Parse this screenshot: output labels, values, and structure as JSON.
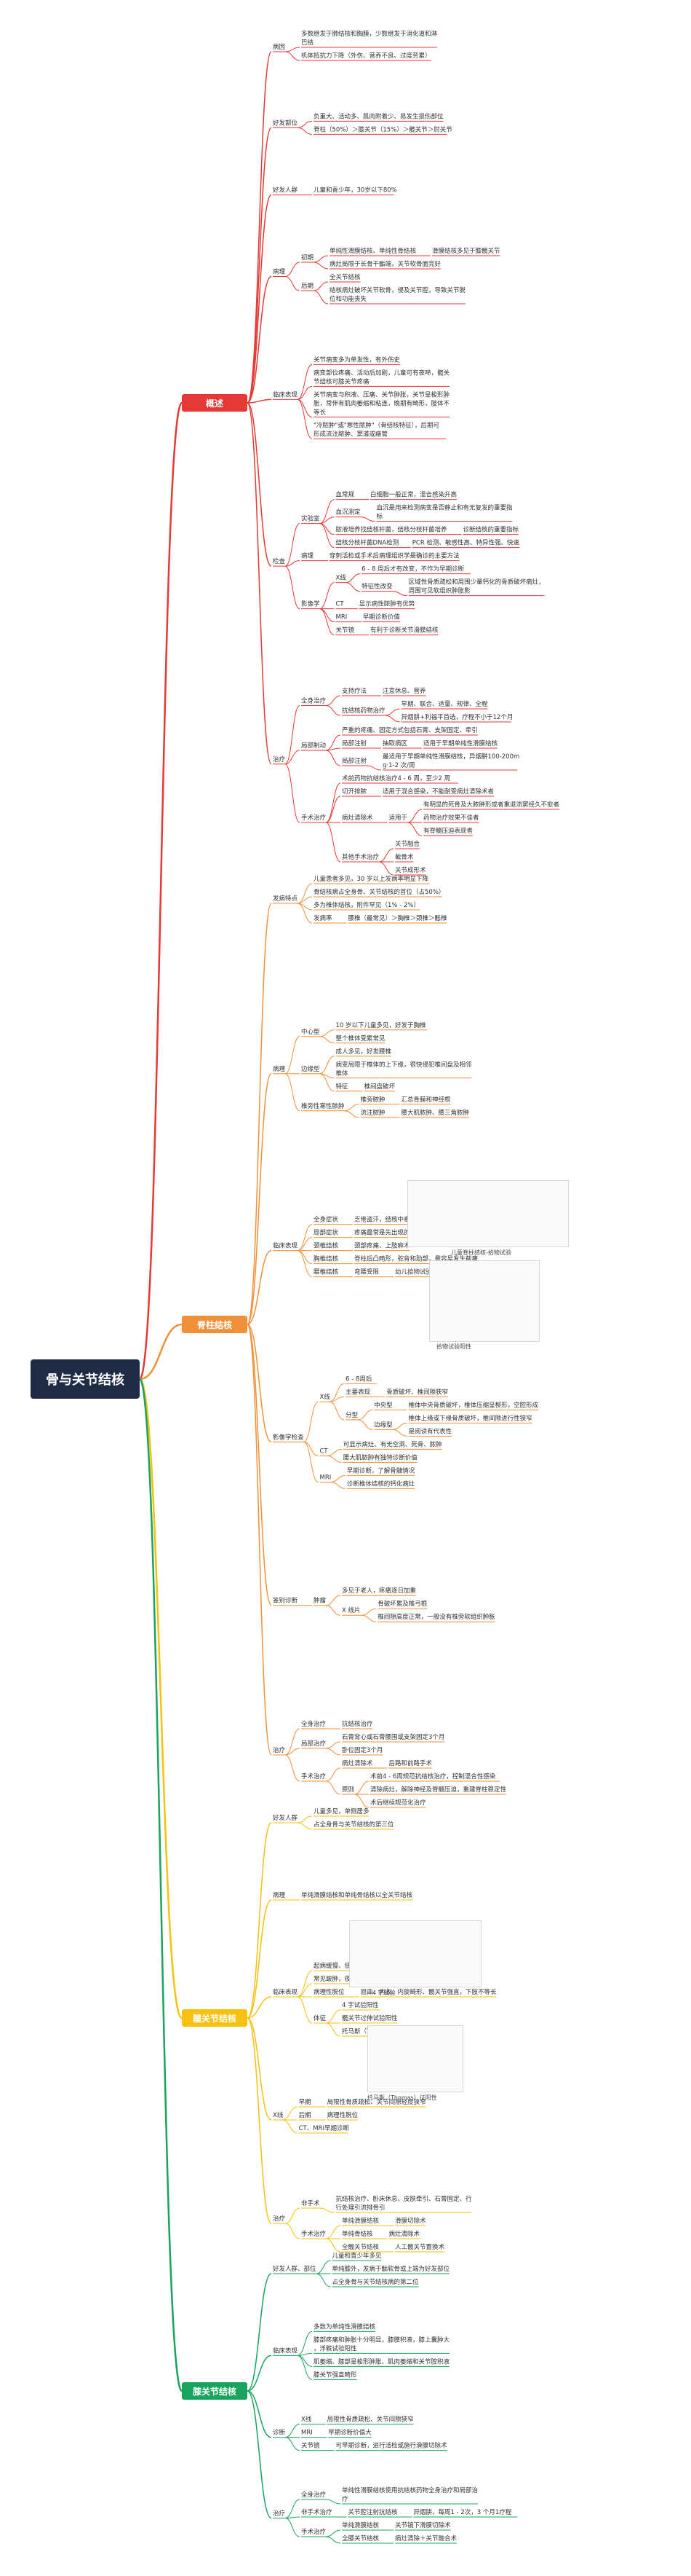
{
  "title": "骨与关节结核",
  "colors": {
    "root": "#1f2a44",
    "overview": "#e53935",
    "spine": "#f0913a",
    "hip": "#f6c10f",
    "knee": "#18a45c",
    "text": "#333333"
  },
  "branches": [
    {
      "label": "概述",
      "color": "#e53935",
      "children": [
        {
          "label": "病因",
          "children": [
            {
              "label": "多数继发于肺结核和胸膜，少数继发于消化道和淋巴结"
            },
            {
              "label": "机体抵抗力下降（外伤、营养不良、过度劳累）"
            }
          ]
        },
        {
          "label": "好发部位",
          "children": [
            {
              "label": "负重大、活动多、肌肉附着少、易发生损伤部位"
            },
            {
              "label": "脊柱（50%）＞膝关节（15%）＞髋关节＞肘关节"
            }
          ]
        },
        {
          "label": "好发人群",
          "children": [
            {
              "label": "儿童和青少年，30岁以下80%"
            }
          ]
        },
        {
          "label": "病理",
          "children": [
            {
              "label": "初期",
              "children": [
                {
                  "label": "单纯性滑膜结核、单纯性骨结核",
                  "children": [
                    {
                      "label": "滑膜结核多见于膝髋关节"
                    }
                  ]
                },
                {
                  "label": "病灶局限于长骨干骺端，关节软骨面完好"
                }
              ]
            },
            {
              "label": "后期",
              "children": [
                {
                  "label": "全关节结核"
                },
                {
                  "label": "结核病灶破坏关节软骨，侵及关节腔，导致关节脱位和功能丧失"
                }
              ]
            }
          ]
        },
        {
          "label": "临床表现",
          "children": [
            {
              "label": "关节病变多为单发性，有外伤史"
            },
            {
              "label": "病变部位疼痛、活动后加剧，儿童可有夜啼，髋关节结核可膝关节疼痛"
            },
            {
              "label": "关节病变与积液、压痛、关节肿胀，关节呈梭形肿胀，常伴有肌肉萎缩和粘连，晚期有畸形，肢体不等长"
            },
            {
              "label": "\"冷脓肿\"或\"寒性脓肿\"（骨结核特征），后期可形成流注脓肿、窦道或瘘管"
            }
          ]
        },
        {
          "label": "检查",
          "children": [
            {
              "label": "实验室",
              "children": [
                {
                  "label": "血常规",
                  "children": [
                    {
                      "label": "白细胞一般正常，混合感染升高"
                    }
                  ]
                },
                {
                  "label": "血沉测定",
                  "children": [
                    {
                      "label": "血沉是用来检测病变是否静止和有无复发的重要指标"
                    }
                  ]
                },
                {
                  "label": "脓液培养找结核杆菌，结核分枝杆菌培养",
                  "children": [
                    {
                      "label": "诊断结核的重要指标"
                    }
                  ]
                },
                {
                  "label": "结核分枝杆菌DNA检测",
                  "children": [
                    {
                      "label": "PCR 检测、敏感性高、特异性强、快速"
                    }
                  ]
                }
              ]
            },
            {
              "label": "病理",
              "children": [
                {
                  "label": "穿刺活检或手术后病理组织学是确诊的主要方法"
                }
              ]
            },
            {
              "label": "影像学",
              "children": [
                {
                  "label": "X线",
                  "children": [
                    {
                      "label": "6 - 8 周后才有改变，不作为早期诊断"
                    },
                    {
                      "label": "特征性改变",
                      "children": [
                        {
                          "label": "区域性骨质疏松和周围少量钙化的骨质破坏病灶，周围可见软组织肿胀影"
                        }
                      ]
                    }
                  ]
                },
                {
                  "label": "CT",
                  "children": [
                    {
                      "label": "显示病性脓肿有优势"
                    }
                  ]
                },
                {
                  "label": "MRI",
                  "children": [
                    {
                      "label": "早期诊断价值"
                    }
                  ]
                },
                {
                  "label": "关节镜",
                  "children": [
                    {
                      "label": "有利于诊断关节滑膜结核"
                    }
                  ]
                }
              ]
            }
          ]
        },
        {
          "label": "治疗",
          "children": [
            {
              "label": "全身治疗",
              "children": [
                {
                  "label": "支持疗法",
                  "children": [
                    {
                      "label": "注意休息、营养"
                    }
                  ]
                },
                {
                  "label": "抗结核药物治疗",
                  "children": [
                    {
                      "label": "早期、联合、适量、规律、全程"
                    },
                    {
                      "label": "异烟肼+利福平首选，疗程不小于12个月"
                    }
                  ]
                }
              ]
            },
            {
              "label": "局部制动",
              "children": [
                {
                  "label": "严重的疼痛、固定方式包括石膏、支架固定、牵引"
                },
                {
                  "label": "局部注射",
                  "children": [
                    {
                      "label": "抽取病区",
                      "children": [
                        {
                          "label": "适用于早期单纯性滑膜结核"
                        }
                      ]
                    }
                  ]
                },
                {
                  "label": "局部注射",
                  "children": [
                    {
                      "label": "最适用于早期单纯性滑膜结核，异烟肼100-200mg·1-2 次/周"
                    }
                  ]
                }
              ]
            },
            {
              "label": "手术治疗",
              "children": [
                {
                  "label": "术前药物抗结核治疗4 - 6 周，至少2 周"
                },
                {
                  "label": "切开排脓",
                  "children": [
                    {
                      "label": "适用于混合感染，不能耐受病灶清除术者"
                    }
                  ]
                },
                {
                  "label": "病灶清除术",
                  "children": [
                    {
                      "label": "适用于",
                      "children": [
                        {
                          "label": "有明显的死骨及大脓肿形成者重退流窦经久不愈者"
                        },
                        {
                          "label": "药物治疗效果不佳者"
                        },
                        {
                          "label": "有脊髓压迫表现者"
                        }
                      ]
                    }
                  ]
                },
                {
                  "label": "其他手术治疗",
                  "children": [
                    {
                      "label": "关节融合"
                    },
                    {
                      "label": "截骨术"
                    },
                    {
                      "label": "关节成形术"
                    }
                  ]
                }
              ]
            }
          ]
        }
      ]
    },
    {
      "label": "脊柱结核",
      "color": "#f0913a",
      "children": [
        {
          "label": "发病特点",
          "children": [
            {
              "label": "儿童患者多见，30 岁以上发病率明显下降"
            },
            {
              "label": "骨结核病占全身骨、关节结核的首位（占50%）"
            },
            {
              "label": "多为椎体结核，附件罕见（1% - 2%）"
            },
            {
              "label": "发病率",
              "children": [
                {
                  "label": "腰椎（最常见）＞胸椎＞颈椎＞骶椎"
                }
              ]
            }
          ]
        },
        {
          "label": "病理",
          "children": [
            {
              "label": "中心型",
              "children": [
                {
                  "label": "10 岁以下儿童多见，好发于胸椎"
                },
                {
                  "label": "整个椎体受累常见"
                }
              ]
            },
            {
              "label": "边缘型",
              "children": [
                {
                  "label": "成人多见，好发腰椎"
                },
                {
                  "label": "病变局限于椎体的上下缘，很快侵犯椎间盘及相邻椎体"
                },
                {
                  "label": "特征",
                  "children": [
                    {
                      "label": "椎间盘破坏"
                    }
                  ]
                }
              ]
            },
            {
              "label": "椎旁性寒性脓肿",
              "children": [
                {
                  "label": "椎旁脓肿",
                  "children": [
                    {
                      "label": "汇总骨膜和神经根"
                    }
                  ]
                },
                {
                  "label": "流注脓肿",
                  "children": [
                    {
                      "label": "腰大肌脓肿、腰三角脓肿"
                    }
                  ]
                }
              ]
            }
          ]
        },
        {
          "label": "临床表现",
          "children": [
            {
              "label": "全身症状",
              "children": [
                {
                  "label": "乏倦盗汗，结核中毒症状"
                }
              ]
            },
            {
              "label": "局部症状",
              "children": [
                {
                  "label": "疼痛最常是先出现的症状",
                  "children": [
                    {
                      "label": "痛点部位于病变处于那区的脊体或突使"
                    }
                  ]
                }
              ]
            },
            {
              "label": "颈椎结核",
              "children": [
                {
                  "label": "颈部疼痛、上肢麻木"
                }
              ]
            },
            {
              "label": "胸椎结核",
              "children": [
                {
                  "label": "脊柱后凸畸形，驼背和肋部，最容易发生截瘫"
                }
              ]
            },
            {
              "label": "腰椎结核",
              "children": [
                {
                  "label": "弯腰受限",
                  "children": [
                    {
                      "label": "幼儿拾物试验阳性/幼儿腰椎结核-拾物试验阳性"
                    }
                  ]
                }
              ]
            }
          ]
        },
        {
          "label": "影像学检查",
          "children": [
            {
              "label": "X线",
              "children": [
                {
                  "label": "6 - 8周后"
                },
                {
                  "label": "主要表现",
                  "children": [
                    {
                      "label": "骨质破坏、椎间隙狭窄"
                    }
                  ]
                },
                {
                  "label": "分型",
                  "children": [
                    {
                      "label": "中央型",
                      "children": [
                        {
                          "label": "椎体中央骨质破坏，椎体压缩呈楔形，空腔形成"
                        }
                      ]
                    },
                    {
                      "label": "边缘型",
                      "children": [
                        {
                          "label": "椎体上缘或下缘骨质破坏，椎间隙进行性狭窄"
                        },
                        {
                          "label": "是阅读有代表性"
                        }
                      ]
                    }
                  ]
                }
              ]
            },
            {
              "label": "CT",
              "children": [
                {
                  "label": "可显示病灶、有无空洞、死骨、脓肿"
                },
                {
                  "label": "腰大肌脓肿有独特诊断价值"
                }
              ]
            },
            {
              "label": "MRI",
              "children": [
                {
                  "label": "早期诊断，了解骨髓情况"
                },
                {
                  "label": "诊断椎体结核的钙化病灶"
                }
              ]
            }
          ]
        },
        {
          "label": "鉴别诊断",
          "children": [
            {
              "label": "肿瘤",
              "children": [
                {
                  "label": "多见于老人，疼痛逐日加重"
                },
                {
                  "label": "X 线片",
                  "children": [
                    {
                      "label": "骨破坏累及椎弓根"
                    },
                    {
                      "label": "椎间隙高度正常，一般没有椎旁软组织肿胀"
                    }
                  ]
                }
              ]
            }
          ]
        },
        {
          "label": "治疗",
          "children": [
            {
              "label": "全身治疗",
              "children": [
                {
                  "label": "抗结核治疗"
                }
              ]
            },
            {
              "label": "局部治疗",
              "children": [
                {
                  "label": "石膏背心或石膏腰围或支架固定3个月"
                },
                {
                  "label": "卧位固定3个月"
                }
              ]
            },
            {
              "label": "手术治疗",
              "children": [
                {
                  "label": "病灶清除术",
                  "children": [
                    {
                      "label": "后路和前路手术"
                    }
                  ]
                },
                {
                  "label": "原则",
                  "children": [
                    {
                      "label": "术前4 - 6周规范抗结核治疗，控制混合性感染"
                    },
                    {
                      "label": "清除病灶，解除神经及脊髓压迫，重建脊柱稳定性"
                    },
                    {
                      "label": "术后继续规范化治疗"
                    }
                  ]
                }
              ]
            }
          ]
        }
      ]
    },
    {
      "label": "髋关节结核",
      "color": "#f6c10f",
      "children": [
        {
          "label": "好发人群",
          "children": [
            {
              "label": "儿童多见，单侧居多"
            },
            {
              "label": "占全身骨与关节结核的第三位"
            }
          ]
        },
        {
          "label": "病理",
          "children": [
            {
              "label": "单纯滑膜结核和单纯骨结核以全关节结核"
            }
          ]
        },
        {
          "label": "临床表现",
          "children": [
            {
              "label": "起病缓慢、低热、乏力、易疲劳"
            },
            {
              "label": "常见跛肿，夜啼",
              "children": [
                {
                  "label": "髋部与内收疼痛逐渐出现髋部肿胀"
                }
              ]
            },
            {
              "label": "病理性脱位",
              "children": [
                {
                  "label": "屈曲、内收、内旋畸形、髋关节强直，下肢不等长"
                }
              ]
            },
            {
              "label": "体征",
              "children": [
                {
                  "label": "4 字试验阳性"
                },
                {
                  "label": "髋关节过伸试验阳性"
                },
                {
                  "label": "托马斯（Thomas）征阳性"
                }
              ]
            }
          ]
        },
        {
          "label": "X线",
          "children": [
            {
              "label": "早期",
              "children": [
                {
                  "label": "局限性骨质疏松、关节间隙轻度狭窄"
                }
              ]
            },
            {
              "label": "后期",
              "children": [
                {
                  "label": "病理性脱位"
                }
              ]
            },
            {
              "label": "CT、MRI早期诊断"
            }
          ]
        },
        {
          "label": "治疗",
          "children": [
            {
              "label": "非手术",
              "children": [
                {
                  "label": "抗结核治疗、卧床休息、皮肤牵引、石膏固定、行行处理引流排骨引"
                }
              ]
            },
            {
              "label": "手术治疗",
              "children": [
                {
                  "label": "单纯滑膜结核",
                  "children": [
                    {
                      "label": "滑膜切除术"
                    }
                  ]
                },
                {
                  "label": "单纯骨结核",
                  "children": [
                    {
                      "label": "病灶清除术"
                    }
                  ]
                },
                {
                  "label": "全髋关节结核",
                  "children": [
                    {
                      "label": "人工髋关节置换术"
                    }
                  ]
                }
              ]
            }
          ]
        }
      ]
    },
    {
      "label": "膝关节结核",
      "color": "#18a45c",
      "children": [
        {
          "label": "好发人群、部位",
          "children": [
            {
              "label": "儿童和青少年多见"
            },
            {
              "label": "单纯膝外，发病于骺软骨或上端为好发部位"
            },
            {
              "label": "占全身骨与关节结核病的第二位"
            }
          ]
        },
        {
          "label": "临床表现",
          "children": [
            {
              "label": "多数为单纯性滑膜结核"
            },
            {
              "label": "膝部疼痛和肿胀十分明显，膝膜积液，膝上囊肿大，浮髌试验阳性"
            },
            {
              "label": "肌萎缩、膝部呈梭形肿胀、肌肉萎缩和关节腔积液"
            },
            {
              "label": "膝关节强直畸形"
            }
          ]
        },
        {
          "label": "诊断",
          "children": [
            {
              "label": "X线",
              "children": [
                {
                  "label": "局限性骨质疏松、关节间隙狭窄"
                }
              ]
            },
            {
              "label": "MRI",
              "children": [
                {
                  "label": "早期诊断价值大"
                }
              ]
            },
            {
              "label": "关节镜",
              "children": [
                {
                  "label": "可早期诊断，进行活检或施行滑膜切除术"
                }
              ]
            }
          ]
        },
        {
          "label": "治疗",
          "children": [
            {
              "label": "全身治疗",
              "children": [
                {
                  "label": "单纯性滑膜结核使用抗结核药物全身治疗和局部治疗"
                }
              ]
            },
            {
              "label": "非手术治疗",
              "children": [
                {
                  "label": "关节腔注射抗结核",
                  "children": [
                    {
                      "label": "异烟肼，每周1 - 2次，3 个月1疗程"
                    }
                  ]
                }
              ]
            },
            {
              "label": "手术治疗",
              "children": [
                {
                  "label": "单纯滑膜结核",
                  "children": [
                    {
                      "label": "关节镜下滑膜切除术"
                    }
                  ]
                },
                {
                  "label": "全膝关节结核",
                  "children": [
                    {
                      "label": "病灶清除＋关节融合术"
                    }
                  ]
                }
              ]
            }
          ]
        }
      ]
    }
  ],
  "illustrations": {
    "pickup_caption_top": "儿童脊柱结核-拾物试验",
    "pickup_caption": "拾物试验阳性",
    "fourtest_caption": "4 字试验",
    "thomas_caption": "托马斯（Thomas）征阳性"
  }
}
